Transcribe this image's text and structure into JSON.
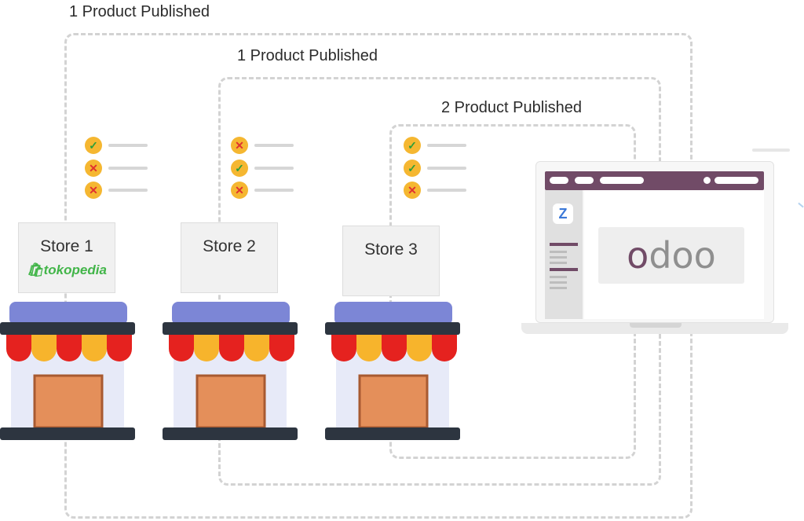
{
  "regions": [
    {
      "label": "1 Product Published"
    },
    {
      "label": "1 Product Published"
    },
    {
      "label": "2 Product Published"
    }
  ],
  "stores": [
    {
      "name": "Store 1",
      "brand": "tokopedia",
      "checks": [
        "ok",
        "no",
        "no"
      ]
    },
    {
      "name": "Store 2",
      "brand": "",
      "checks": [
        "no",
        "ok",
        "no"
      ]
    },
    {
      "name": "Store 3",
      "brand": "",
      "checks": [
        "ok",
        "ok",
        "no"
      ]
    }
  ],
  "app": {
    "logo": "odoo",
    "sidebar_icon": "z-app-icon"
  },
  "colors": {
    "odoo_purple": "#714b67",
    "odoo_gray": "#8f8f8f",
    "check_badge": "#f5b731",
    "ok": "#2e9e3a",
    "no": "#e0312f",
    "brand_green": "#42b549"
  }
}
